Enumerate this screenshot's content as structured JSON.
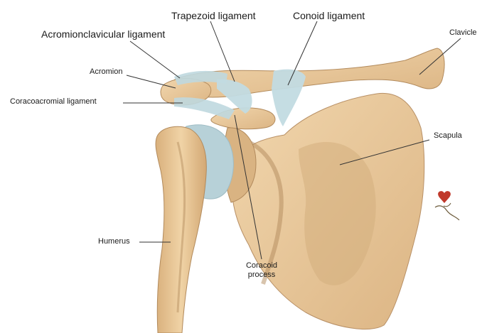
{
  "labels": {
    "trapezoid": "Trapezoid ligament",
    "conoid": "Conoid ligament",
    "acromioclavicular": "Acromionclavicular ligament",
    "clavicle": "Clavicle",
    "acromion": "Acromion",
    "coracoacromial": "Coracoacromial ligament",
    "scapula": "Scapula",
    "humerus": "Humerus",
    "coracoid_line1": "Coracoid",
    "coracoid_line2": "process"
  },
  "colors": {
    "bone": "#e9c99b",
    "bone_shadow": "#c9a274",
    "bone_dark": "#a88458",
    "ligament": "#bfd8df",
    "cartilage": "#b7d1d8",
    "leader_line": "#333333",
    "background": "#ffffff"
  }
}
